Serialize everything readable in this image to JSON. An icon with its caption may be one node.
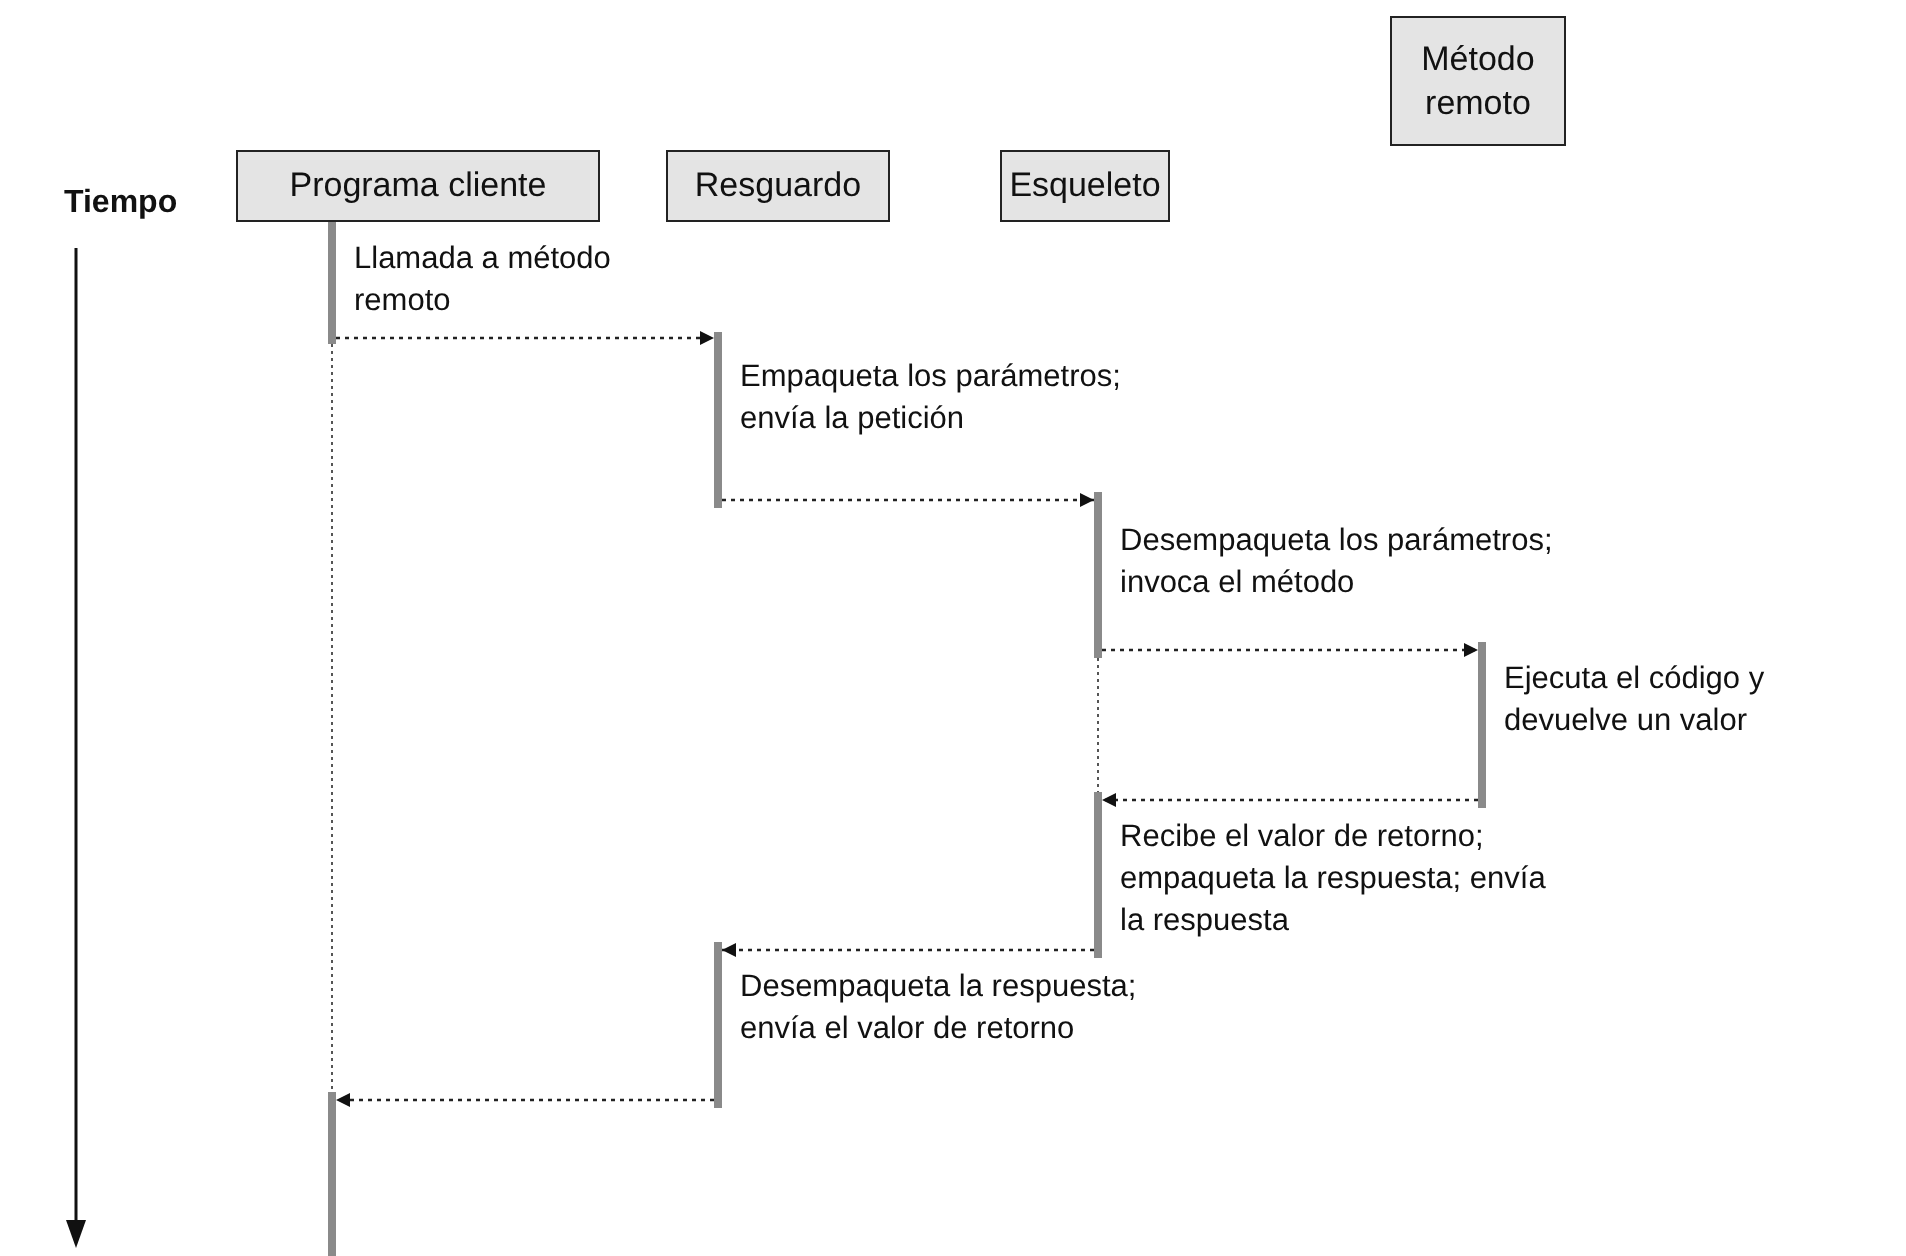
{
  "diagram": {
    "nodes": [
      {
        "text": [
          "Programa cliente"
        ]
      },
      {
        "text": [
          "Resguardo"
        ]
      },
      {
        "text": [
          "Esqueleto"
        ]
      },
      {
        "text": [
          "Método remoto"
        ]
      },
      {
        "text": [],
        "shape": "bar",
        "beside": [
          "Llamada a método remoto"
        ]
      },
      {
        "text": [],
        "shape": "bar",
        "beside": [
          "Empaqueta los parámetros; envía la petición"
        ]
      },
      {
        "text": [],
        "shape": "bar",
        "beside": [
          "Desempaqueta los parámetros; invoca el método"
        ]
      },
      {
        "text": [],
        "shape": "bar",
        "beside": [
          "Ejecuta el código y devuelve un valor"
        ]
      },
      {
        "text": [],
        "shape": "bar",
        "beside": [
          "Recibe el valor de retorno; empaqueta la respuesta; envía la respuesta"
        ]
      },
      {
        "text": [],
        "shape": "bar",
        "beside": [
          "Desempaqueta la respuesta; envía el valor de retorno"
        ]
      },
      {
        "text": [],
        "shape": "bar"
      }
    ],
    "edges": [
      {
        "from": 4,
        "to": 5,
        "arrow": "to",
        "style": "dashed"
      },
      {
        "from": 5,
        "to": 6,
        "arrow": "to",
        "style": "dashed"
      },
      {
        "from": 6,
        "to": 7,
        "arrow": "to",
        "style": "dashed"
      },
      {
        "from": 7,
        "to": 8,
        "arrow": "to",
        "style": "dashed"
      },
      {
        "from": 8,
        "to": 9,
        "arrow": "to",
        "style": "dashed"
      },
      {
        "from": 9,
        "to": 10,
        "arrow": "to",
        "style": "dashed"
      },
      {
        "from": 4,
        "to": 10,
        "arrow": "none",
        "style": "dashed"
      },
      {
        "from": 6,
        "to": 8,
        "arrow": "none",
        "style": "dashed"
      }
    ],
    "labels": [
      "Tiempo"
    ]
  }
}
